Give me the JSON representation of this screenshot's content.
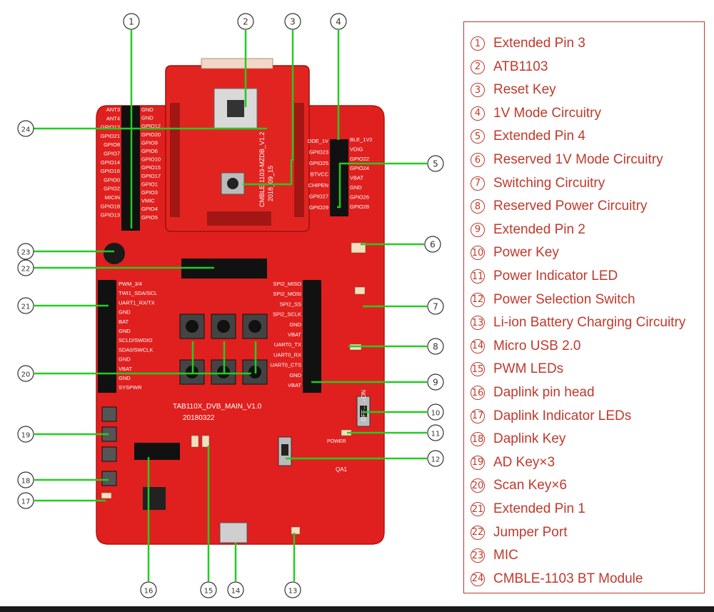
{
  "legend": [
    {
      "n": "1",
      "label": "Extended Pin 3"
    },
    {
      "n": "2",
      "label": "ATB1103"
    },
    {
      "n": "3",
      "label": "Reset Key"
    },
    {
      "n": "4",
      "label": "1V  Mode Circuitry"
    },
    {
      "n": "5",
      "label": "Extended Pin 4"
    },
    {
      "n": "6",
      "label": "Reserved 1V Mode Circuitry"
    },
    {
      "n": "7",
      "label": "Switching Circuitry"
    },
    {
      "n": "8",
      "label": "Reserved Power Circuitry"
    },
    {
      "n": "9",
      "label": "Extended Pin 2"
    },
    {
      "n": "10",
      "label": "Power Key"
    },
    {
      "n": "11",
      "label": "Power Indicator LED"
    },
    {
      "n": "12",
      "label": "Power Selection Switch"
    },
    {
      "n": "13",
      "label": "Li-ion Battery Charging Circuitry"
    },
    {
      "n": "14",
      "label": "Micro USB 2.0"
    },
    {
      "n": "15",
      "label": "PWM LEDs"
    },
    {
      "n": "16",
      "label": "Daplink pin head"
    },
    {
      "n": "17",
      "label": "Daplink Indicator LEDs"
    },
    {
      "n": "18",
      "label": "Daplink Key"
    },
    {
      "n": "19",
      "label": "AD Key×3"
    },
    {
      "n": "20",
      "label": "Scan Key×6"
    },
    {
      "n": "21",
      "label": "Extended Pin 1"
    },
    {
      "n": "22",
      "label": "Jumper Port"
    },
    {
      "n": "23",
      "label": "MIC"
    },
    {
      "n": "24",
      "label": "CMBLE-1103 BT Module"
    }
  ],
  "board": {
    "name": "TAB110X_DVB_MAIN_V1.0",
    "date": "20180322",
    "module_name": "CMBLE-1103-MZDB_V1.2",
    "module_date": "2018_09_15",
    "left_header_labels": [
      "ANT3",
      "ANT4",
      "GPIO12",
      "GPIO21",
      "GPIO8",
      "GPIO7",
      "GPIO14",
      "GPIO16",
      "GPIO0",
      "GPIO2",
      "MICIN",
      "GPIO18",
      "GPIO13"
    ],
    "left_header_labels_b": [
      "GND",
      "GND",
      "GPIO12",
      "GPIO20",
      "GPIO9",
      "GPIO6",
      "GPIO10",
      "GPIO15",
      "GPIO17",
      "GPIO1",
      "GPIO3",
      "VMIC",
      "GPIO4",
      "GPIO5"
    ],
    "right_header_labels": [
      "DDE_1V",
      "GPIO23",
      "GPIO25",
      "BTVCC",
      "CHIPEN",
      "GPIO27",
      "GPIO29"
    ],
    "right_header_labels_b": [
      "BLE_1V2",
      "VDIG",
      "GPIO22",
      "GPIO24",
      "VBAT",
      "GND",
      "GPIO26",
      "GPIO28"
    ],
    "ext1_labels": [
      "PWM_3/4",
      "TWI1_SDA/SCL",
      "UART1_RX/TX",
      "GND",
      "BAT",
      "GND",
      "SCLD/SWDIO",
      "SDA0/SWCLK",
      "GND",
      "VBAT",
      "GND",
      "SYSPWR"
    ],
    "ext2_labels": [
      "SPI2_MISO",
      "SPI2_MOSI",
      "SPI2_SS",
      "SPI2_SCLK",
      "GND",
      "VBAT",
      "UART0_TX",
      "UART0_RX",
      "UART0_CTS",
      "GND",
      "VBAT"
    ],
    "power_label": "POWER",
    "off_on": "OFF←→ON",
    "qa": "QA1"
  }
}
